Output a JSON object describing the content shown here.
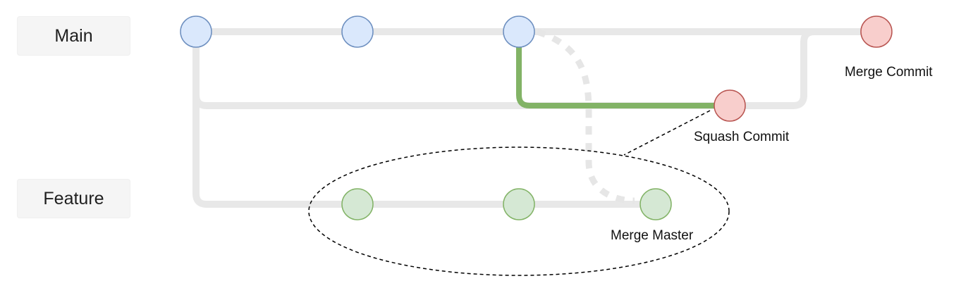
{
  "branches": {
    "main": "Main",
    "feature": "Feature"
  },
  "captions": {
    "merge_commit": "Merge Commit",
    "squash_commit": "Squash Commit",
    "merge_master": "Merge Master"
  },
  "colors": {
    "track": "#e8e8e8",
    "highlight_path": "#82b366",
    "dashed_merge": "#e6e6e6",
    "main_node_fill": "#dae8fc",
    "main_node_stroke": "#6c8ebf",
    "feature_node_fill": "#d5e8d4",
    "feature_node_stroke": "#82b366",
    "commit_node_fill": "#f8cecc",
    "commit_node_stroke": "#b85450"
  }
}
